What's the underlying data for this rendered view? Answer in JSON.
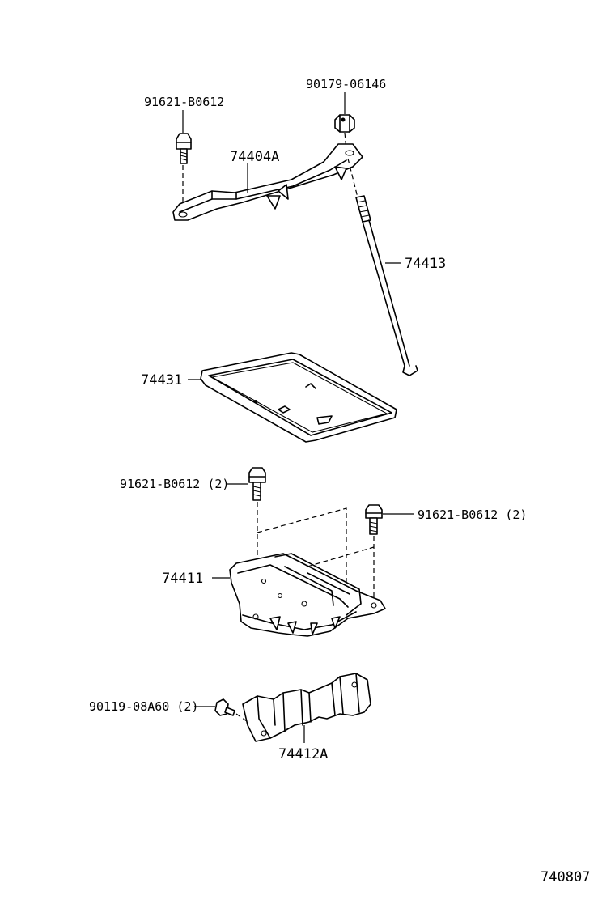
{
  "labels": {
    "bolt_top_left": "91621-B0612",
    "nut_top": "90179-06146",
    "clamp": "74404A",
    "rod": "74413",
    "tray": "74431",
    "bolt_mid_left": "91621-B0612 (2)",
    "bolt_mid_right": "91621-B0612 (2)",
    "carrier": "74411",
    "bolt_bottom": "90119-08A60 (2)",
    "support": "74412A",
    "diagram_number": "740807"
  }
}
